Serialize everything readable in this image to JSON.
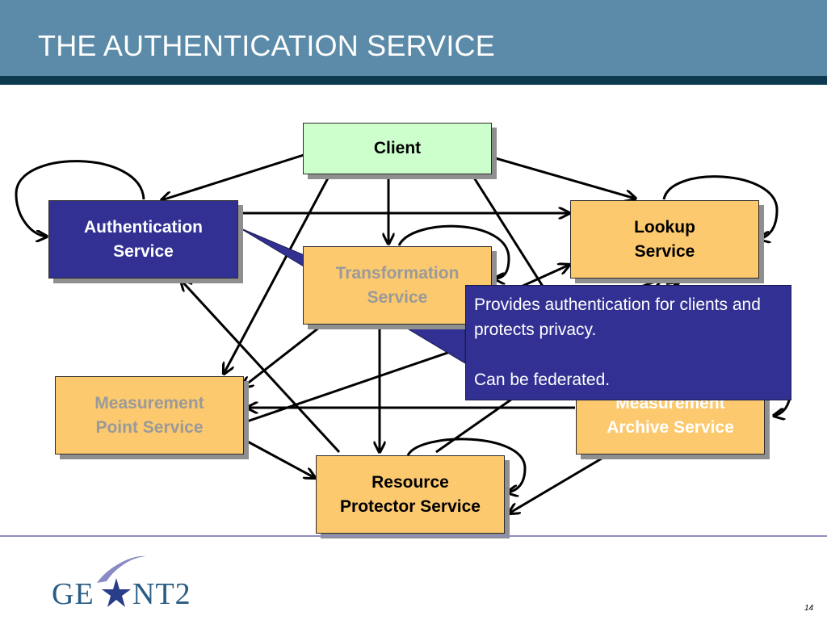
{
  "slide": {
    "title": "THE AUTHENTICATION SERVICE",
    "page_number": "14"
  },
  "boxes": {
    "client": "Client",
    "authentication_line1": "Authentication",
    "authentication_line2": "Service",
    "lookup_line1": "Lookup",
    "lookup_line2": "Service",
    "transformation_line1": "Transformation",
    "transformation_line2": "Service",
    "measurement_point_line1": "Measurement",
    "measurement_point_line2": "Point Service",
    "measurement_archive_line1": "Measurement",
    "measurement_archive_line2": "Archive Service",
    "resource_protector_line1": "Resource",
    "resource_protector_line2": "Protector Service"
  },
  "callout": {
    "line1": "Provides authentication for clients and protects privacy.",
    "line2": "Can be federated."
  },
  "logo": {
    "text_left": "GE",
    "text_right": "NT2"
  },
  "colors": {
    "header": "#5b8ba8",
    "header_bar": "#0e3a4f",
    "service_box": "#fcc96e",
    "highlight_box": "#323193",
    "client_box": "#ccffcc"
  }
}
